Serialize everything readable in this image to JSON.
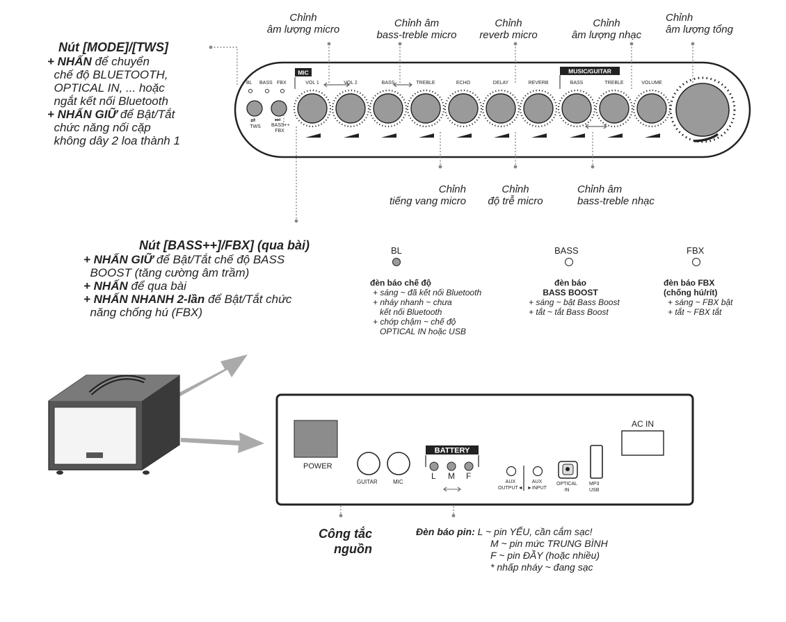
{
  "top_labels": [
    {
      "id": "mic-vol",
      "text": "Chỉnh\nâm lượng micro"
    },
    {
      "id": "mic-bass-treble",
      "text": "Chỉnh âm\nbass-treble micro"
    },
    {
      "id": "mic-reverb",
      "text": "Chỉnh\nreverb micro"
    },
    {
      "id": "music-vol",
      "text": "Chỉnh\nâm lượng nhạc"
    },
    {
      "id": "master-vol",
      "text": "Chỉnh\nâm lượng tổng"
    }
  ],
  "bottom_labels": [
    {
      "id": "echo",
      "text": "Chỉnh\ntiếng vang micro"
    },
    {
      "id": "delay",
      "text": "Chỉnh\nđộ trễ micro"
    },
    {
      "id": "music-bass-treble",
      "text": "Chỉnh âm\nbass-treble nhạc"
    }
  ],
  "mode_note": {
    "title": "Nút [MODE]/[TWS]",
    "line1_bold": "+ NHẤN",
    "line1_rest": " để chuyển\n  chế độ BLUETOOTH,\n  OPTICAL IN, ... hoặc\n  ngắt kết nối Bluetooth",
    "line2_bold": "+ NHẤN GIỮ",
    "line2_rest": " để Bật/Tắt\n  chức năng nối cặp\n  không dây 2 loa thành 1"
  },
  "bass_note": {
    "title": "Nút [BASS++]/FBX] (qua bài)",
    "l1_bold": "+ NHẤN GIỮ",
    "l1_rest": " để Bật/Tắt chế độ BASS\n  BOOST (tăng cường âm trầm)",
    "l2_bold": "+ NHẤN",
    "l2_rest": " để qua bài",
    "l3_bold": "+ NHẤN NHANH 2-lần",
    "l3_rest": " để Bật/Tắt chức\n  năng chống hú (FBX)"
  },
  "panel": {
    "mic_tag": "MIC",
    "music_tag": "MUSIC/GUITAR",
    "led_labels": [
      "BL",
      "BASS",
      "FBX"
    ],
    "tws_label": "TWS",
    "bass_btn_label": "BASS++\nFBX",
    "knobs": [
      "VOL 1",
      "VOL 2",
      "BASS",
      "TREBLE",
      "ECHO",
      "DELAY",
      "REVERB",
      "BASS",
      "TREBLE",
      "VOLUME"
    ]
  },
  "indicators": {
    "bl": {
      "label": "BL",
      "title": "đèn báo chế độ",
      "items": "+ sáng ~ đã kết nối Bluetooth\n+ nháy nhanh ~ chưa\n   kết nối Bluetooth\n+ chớp chậm ~ chế độ\n   OPTICAL IN hoặc USB"
    },
    "bass": {
      "label": "BASS",
      "title": "đèn báo\nBASS BOOST",
      "items": "+ sáng ~ bật Bass Boost\n+ tắt ~ tắt Bass Boost"
    },
    "fbx": {
      "label": "FBX",
      "title": "đèn báo FBX\n(chống hú/rít)",
      "items": "+ sáng ~ FBX bật\n+ tắt ~ FBX tắt"
    }
  },
  "rear": {
    "power": "POWER",
    "guitar": "GUITAR",
    "mic": "MIC",
    "battery": "BATTERY",
    "battery_leds": [
      "L",
      "M",
      "F"
    ],
    "aux_out": "AUX\nOUTPUT◄",
    "aux_in": "AUX\n►INPUT",
    "optical": "OPTICAL\nIN",
    "usb": "MP3\nUSB",
    "ac_in": "AC IN"
  },
  "power_note": "Công tắc\nnguồn",
  "battery_note": {
    "title": "Đèn báo pin:",
    "l1": "L ~ pin YẾU, cần cắm sạc!",
    "l2": "M ~ pin mức TRUNG BÌNH",
    "l3": "F ~ pin ĐẦY (hoặc nhiều)",
    "l4": "* nhấp nháy ~ đang sạc"
  }
}
